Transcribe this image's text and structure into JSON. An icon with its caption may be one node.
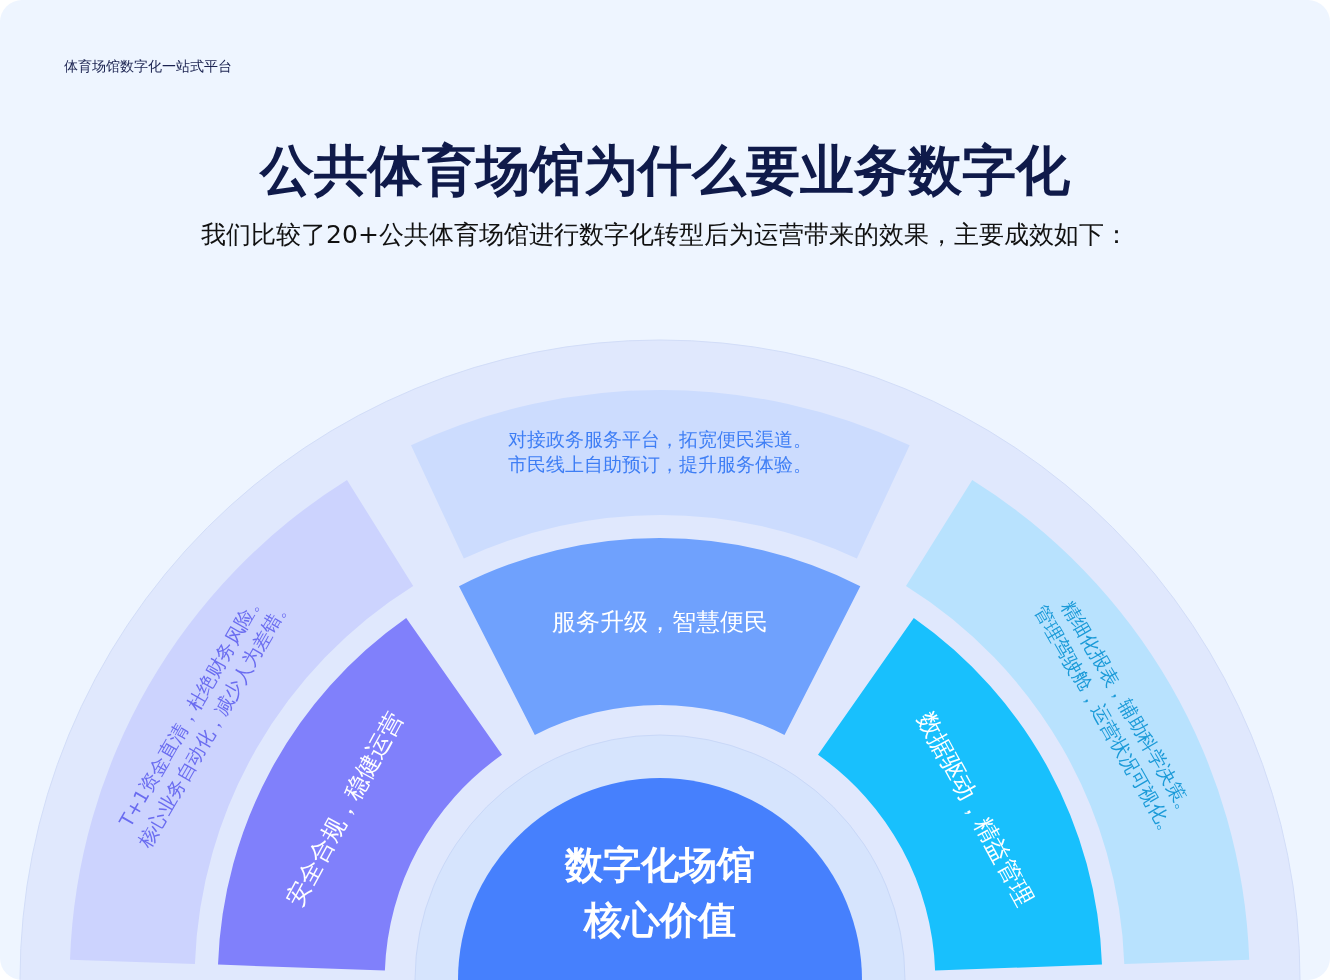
{
  "diagram": {
    "title": "公共体育场馆为什么要**业务数字化**",
    "nodes": [
      {
        "text": [
          "数字化场馆核心价值"
        ]
      },
      {
        "text": [
          "安全合规，稳健运营"
        ]
      },
      {
        "text": [
          "服务升级，智慧便民"
        ]
      },
      {
        "text": [
          "数据驱动，精益管理"
        ]
      },
      {
        "text": [
          "T+1资金直清，杜绝财务风险。",
          "核心业务自动化，减少人为差错。"
        ]
      },
      {
        "text": [
          "对接政务服务平台，拓宽便民渠道。",
          "市民线上自助预订，提升服务体验。"
        ]
      },
      {
        "text": [
          "精细化报表，辅助科学决策。",
          "管理驾驶舱，运营状况可视化。"
        ]
      }
    ],
    "edges": [],
    "labels": [
      "体育场馆数字化一站式平台",
      "我们比较了20+公共体育场馆进行数字化转型后为运营带来的效果，主要成效如下："
    ]
  }
}
